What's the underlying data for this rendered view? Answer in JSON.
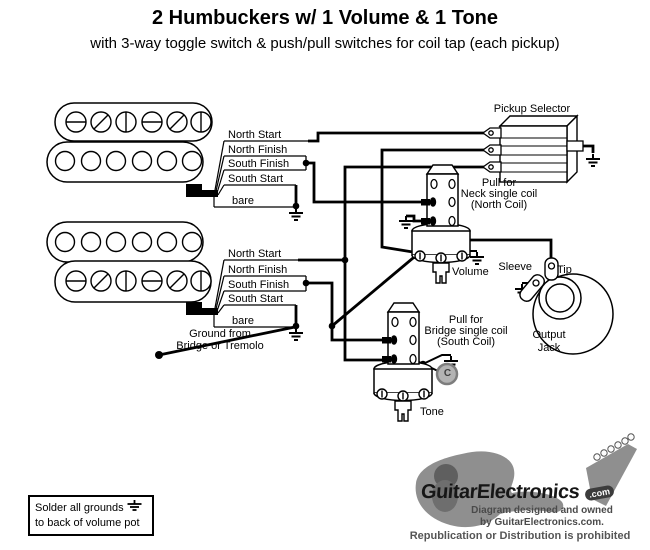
{
  "title": "2 Humbuckers w/ 1 Volume & 1 Tone",
  "subtitle": "with 3-way toggle switch & push/pull switches for coil tap (each pickup)",
  "neck_pickup": {
    "wire_labels": [
      "North Start",
      "North Finish",
      "South Finish",
      "South Start",
      "bare"
    ]
  },
  "bridge_pickup": {
    "wire_labels": [
      "North Start",
      "North Finish",
      "South Finish",
      "South Start",
      "bare"
    ],
    "ground_note": [
      "Ground from",
      "Bridge or Tremolo"
    ]
  },
  "selector": {
    "label": "Pickup Selector"
  },
  "volume_pot": {
    "label": "Volume",
    "pull_note": [
      "Pull for",
      "Neck single coil",
      "(North Coil)"
    ]
  },
  "tone_pot": {
    "label": "Tone",
    "pull_note": [
      "Pull for",
      "Bridge single coil",
      "(South Coil)"
    ],
    "capacitor_letter": "C"
  },
  "output_jack": {
    "sleeve_label": "Sleeve",
    "tip_label": "Tip",
    "label": [
      "Output",
      "Jack"
    ]
  },
  "note_box": {
    "line1": "Solder all grounds",
    "line2": "to back of volume pot"
  },
  "logo": {
    "brand": "GuitarElectronics",
    "tld": ".com",
    "caption1": "Diagram designed and owned",
    "caption2": "by GuitarElectronics.com.",
    "caption3": "Republication or Distribution is prohibited"
  },
  "colors": {
    "wire": "#000000",
    "capacitor_fill": "#b3b3b3",
    "logo_gray": "#8f8f8f"
  }
}
